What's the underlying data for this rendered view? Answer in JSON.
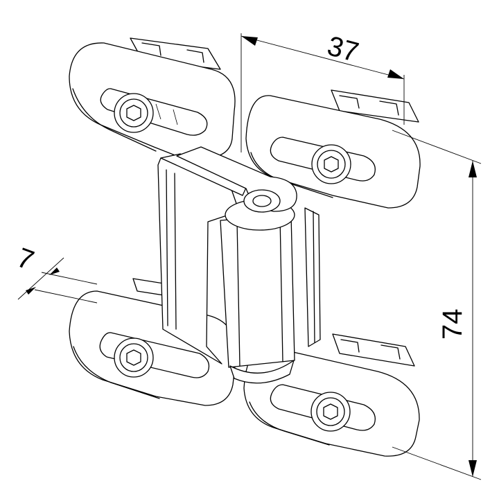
{
  "drawing": {
    "subject": "hinge-assembly",
    "dimensions": {
      "width_top": "37",
      "slot_offset": "7",
      "height": "74"
    },
    "colors": {
      "line": "#000000",
      "background": "#ffffff"
    }
  }
}
